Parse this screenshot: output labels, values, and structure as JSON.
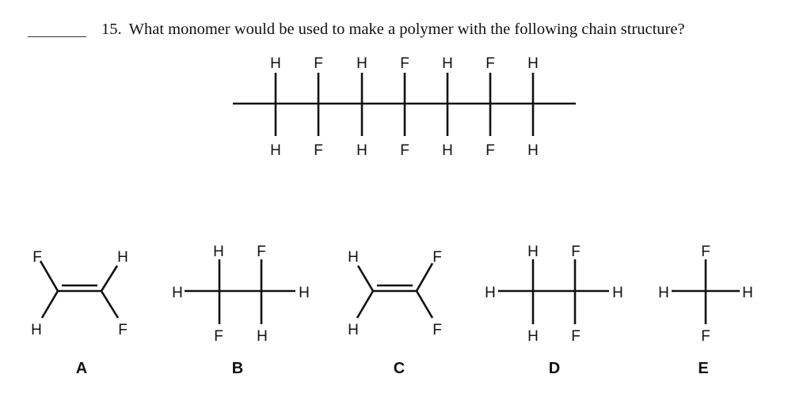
{
  "question": {
    "number": "15.",
    "text": "What monomer would be used to make a polymer with the following chain structure?",
    "answer_blank": ""
  },
  "polymer_chain": {
    "upper_substituents": [
      "H",
      "F",
      "H",
      "F",
      "H",
      "F",
      "H"
    ],
    "lower_substituents": [
      "H",
      "F",
      "H",
      "F",
      "H",
      "F",
      "H"
    ]
  },
  "options": [
    {
      "letter": "A",
      "type": "alkene",
      "atoms": {
        "top_left": "F",
        "top_right": "H",
        "bottom_left": "H",
        "bottom_right": "F"
      }
    },
    {
      "letter": "B",
      "type": "alkane",
      "atoms": {
        "left": "H",
        "c1_top": "H",
        "c1_bottom": "F",
        "c2_top": "F",
        "c2_bottom": "H",
        "right": "H"
      }
    },
    {
      "letter": "C",
      "type": "alkene",
      "atoms": {
        "top_left": "H",
        "top_right": "F",
        "bottom_left": "H",
        "bottom_right": "F"
      }
    },
    {
      "letter": "D",
      "type": "alkane",
      "atoms": {
        "left": "H",
        "c1_top": "H",
        "c1_bottom": "H",
        "c2_top": "F",
        "c2_bottom": "F",
        "right": "H"
      }
    },
    {
      "letter": "E",
      "type": "methane",
      "atoms": {
        "top": "F",
        "bottom": "F",
        "left": "H",
        "right": "H"
      }
    }
  ]
}
